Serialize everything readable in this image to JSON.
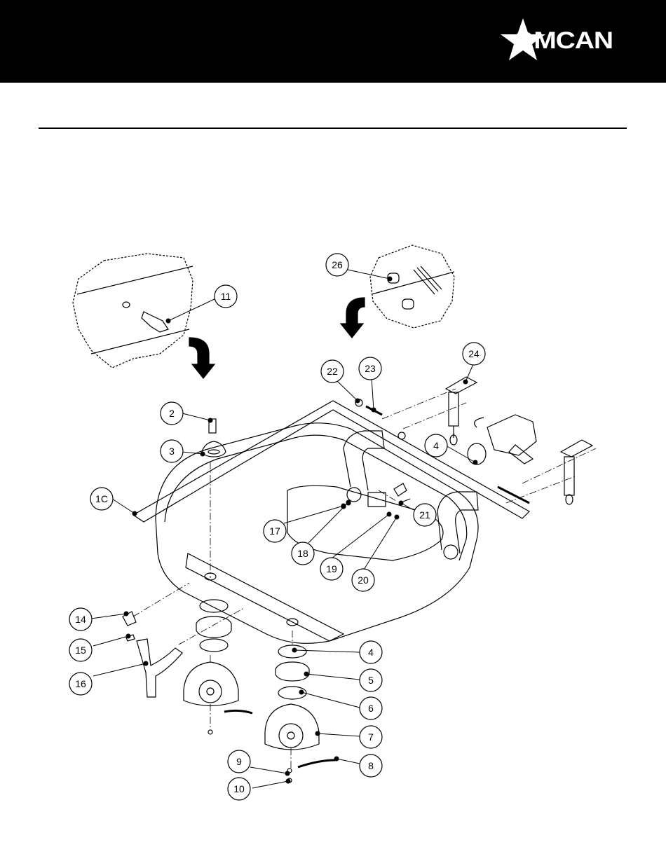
{
  "brand": {
    "logo_text": "OMCAN",
    "colors": {
      "header_bg": "#000000",
      "logo_fg": "#ffffff",
      "line": "#000000"
    }
  },
  "diagram": {
    "callouts": [
      "26",
      "11",
      "22",
      "23",
      "24",
      "2",
      "3",
      "4",
      "1C",
      "17",
      "18",
      "19",
      "20",
      "21",
      "14",
      "15",
      "16",
      "4",
      "5",
      "6",
      "7",
      "8",
      "9",
      "10"
    ]
  }
}
